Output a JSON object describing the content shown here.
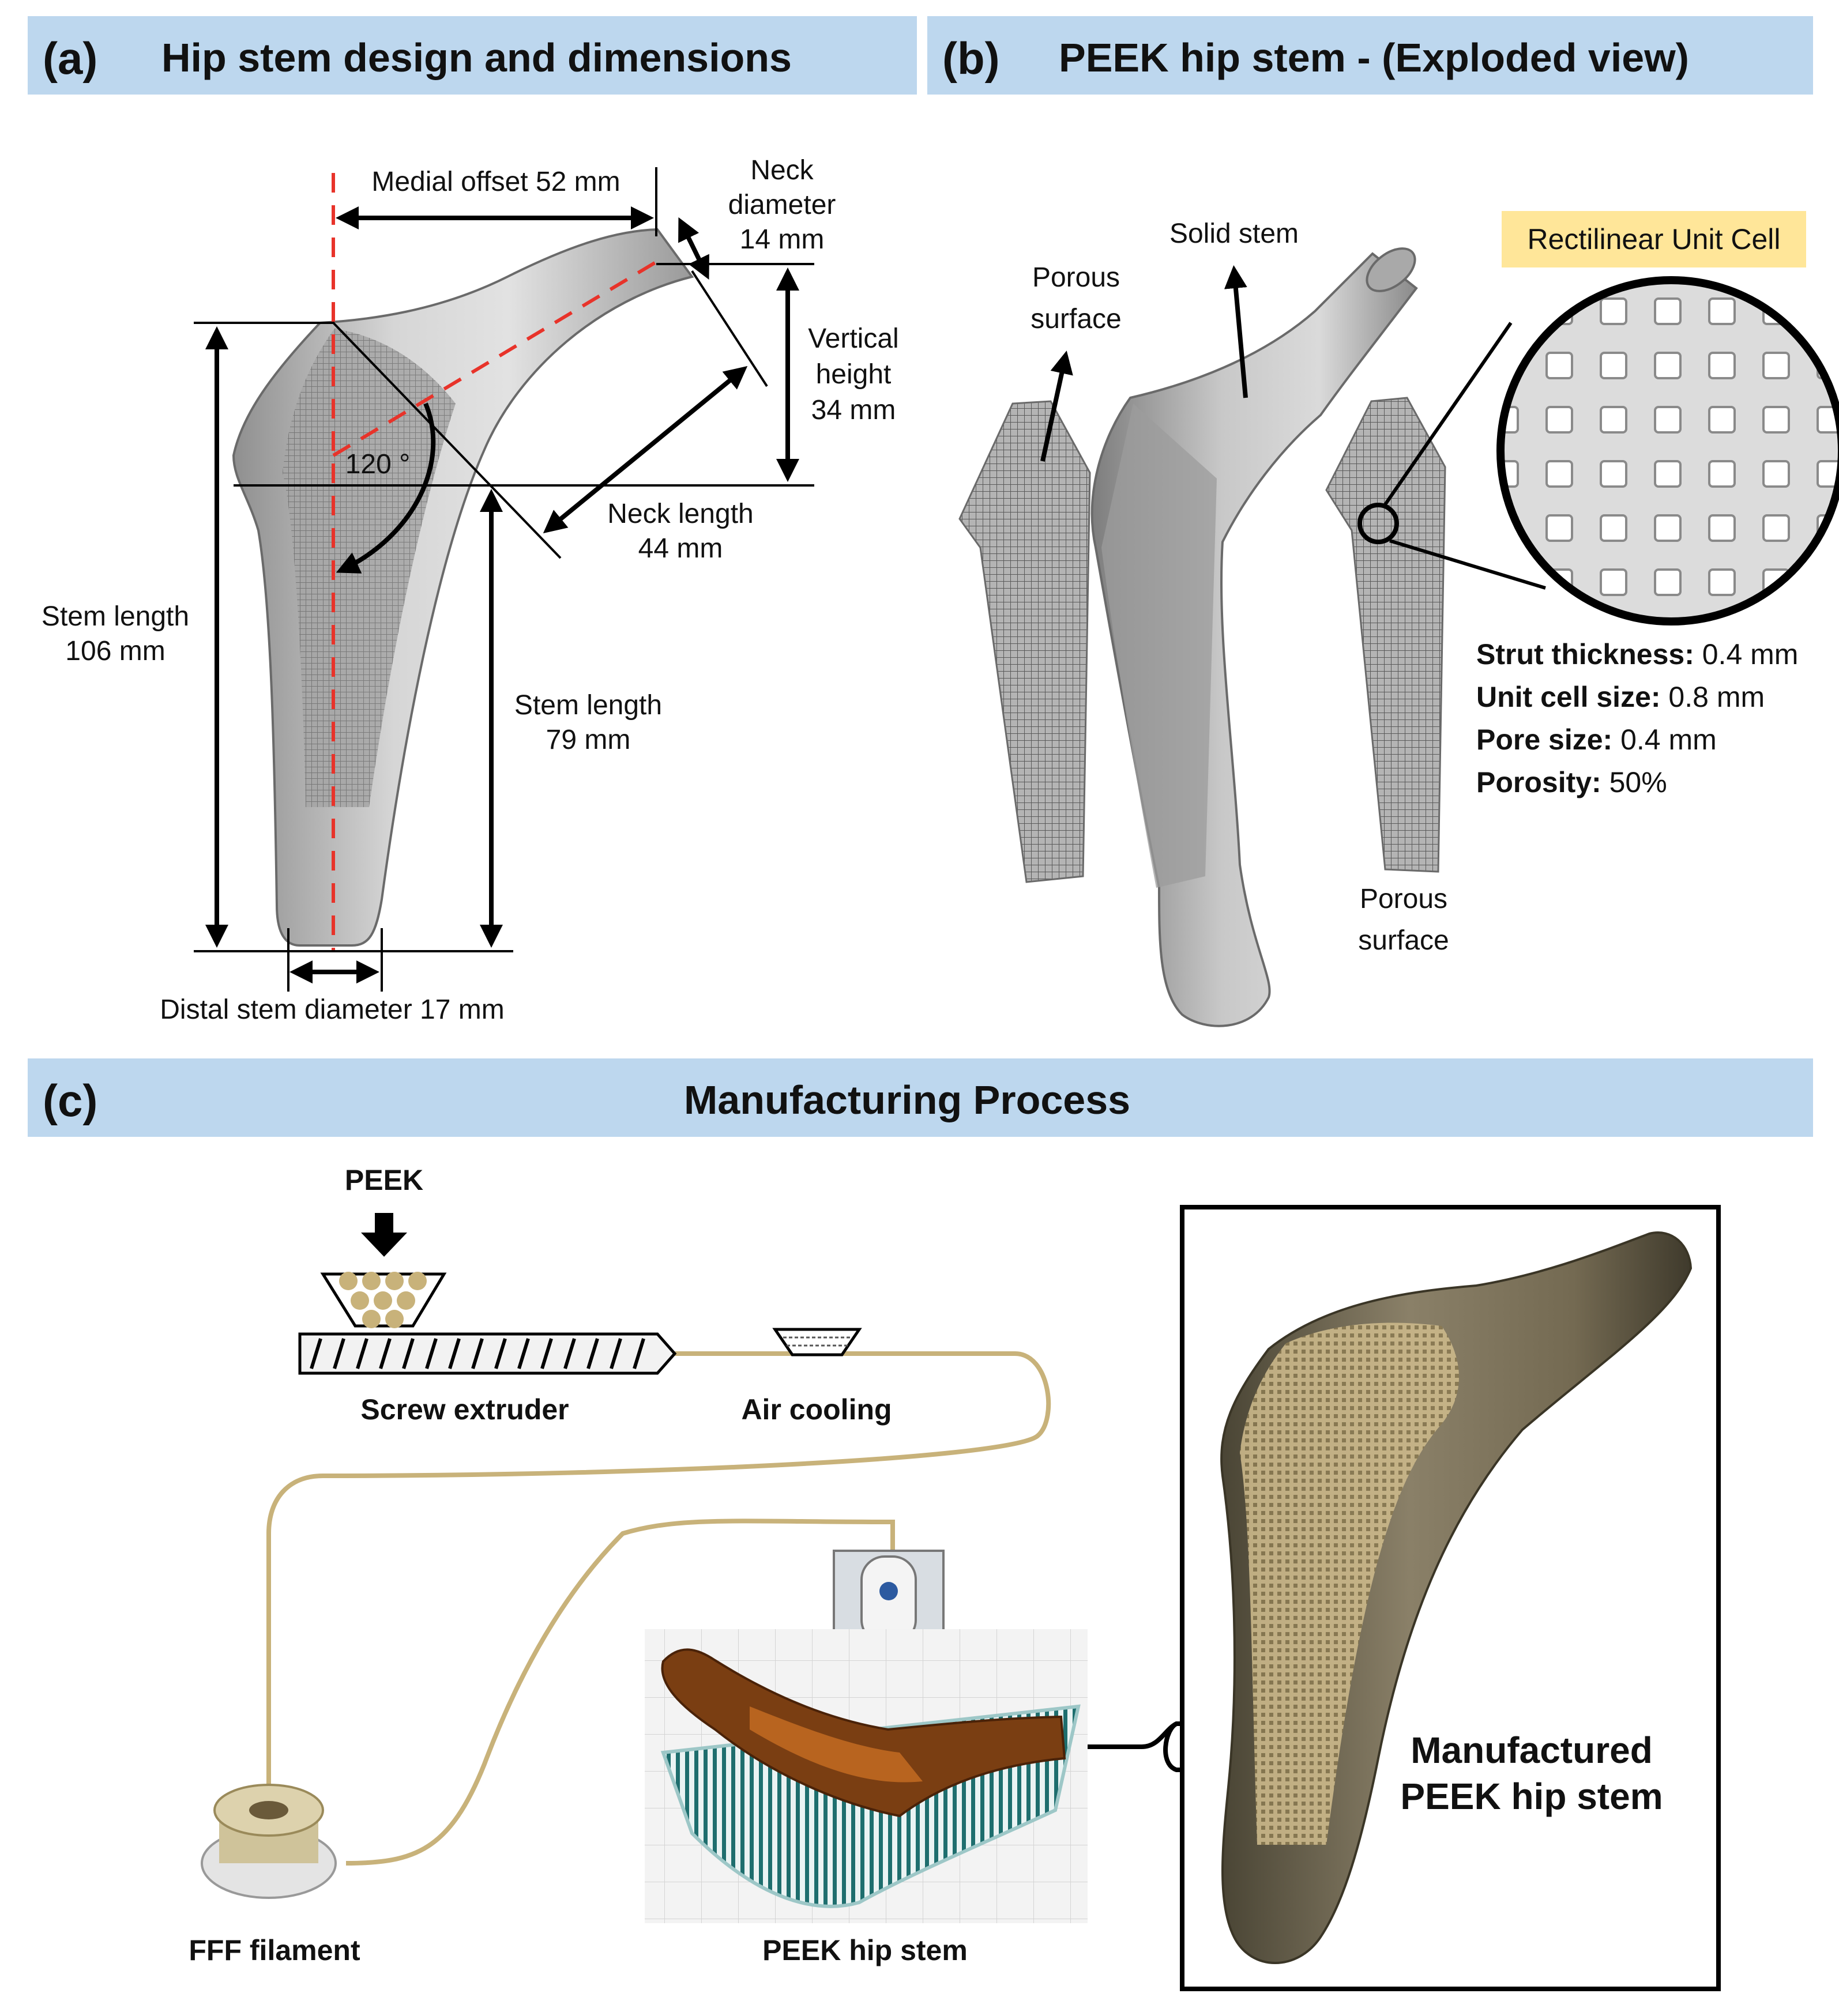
{
  "panel_a": {
    "letter": "(a)",
    "title": "Hip stem design and dimensions",
    "labels": {
      "medial_offset": "Medial offset 52 mm",
      "neck_diameter_1": "Neck",
      "neck_diameter_2": "diameter",
      "neck_diameter_3": "14 mm",
      "vertical_height_1": "Vertical",
      "vertical_height_2": "height",
      "vertical_height_3": "34 mm",
      "angle": "120 °",
      "neck_length_1": "Neck length",
      "neck_length_2": "44 mm",
      "stem_length_total_1": "Stem length",
      "stem_length_total_2": "106 mm",
      "stem_length_distal_1": "Stem length",
      "stem_length_distal_2": "79 mm",
      "distal_diameter": "Distal stem diameter 17 mm"
    }
  },
  "panel_b": {
    "letter": "(b)",
    "title": "PEEK hip stem - (Exploded view)",
    "labels": {
      "solid_stem": "Solid stem",
      "porous_left_1": "Porous",
      "porous_left_2": "surface",
      "porous_right_1": "Porous",
      "porous_right_2": "surface",
      "unit_cell_tag": "Rectilinear Unit Cell"
    },
    "properties": [
      {
        "key": "Strut thickness:",
        "value": " 0.4 mm"
      },
      {
        "key": "Unit cell size:",
        "value": " 0.8 mm"
      },
      {
        "key": "Pore size:",
        "value": " 0.4 mm"
      },
      {
        "key": "Porosity:",
        "value": " 50%"
      }
    ]
  },
  "panel_c": {
    "letter": "(c)",
    "title": "Manufacturing Process",
    "labels": {
      "peek": "PEEK",
      "screw_extruder": "Screw extruder",
      "air_cooling": "Air cooling",
      "filament": "FFF filament",
      "printed_stem": "PEEK hip stem",
      "manufactured_1": "Manufactured",
      "manufactured_2": "PEEK hip stem"
    }
  },
  "colors": {
    "banner": "#bdd7ee",
    "dimension_red": "#e8332a",
    "filament_tan": "#c8b27a",
    "unit_cell_tag": "#ffe699",
    "stem_gray": "#bcbcbc",
    "print_teal": "#1e6e6e",
    "print_brown": "#7a3e12"
  }
}
